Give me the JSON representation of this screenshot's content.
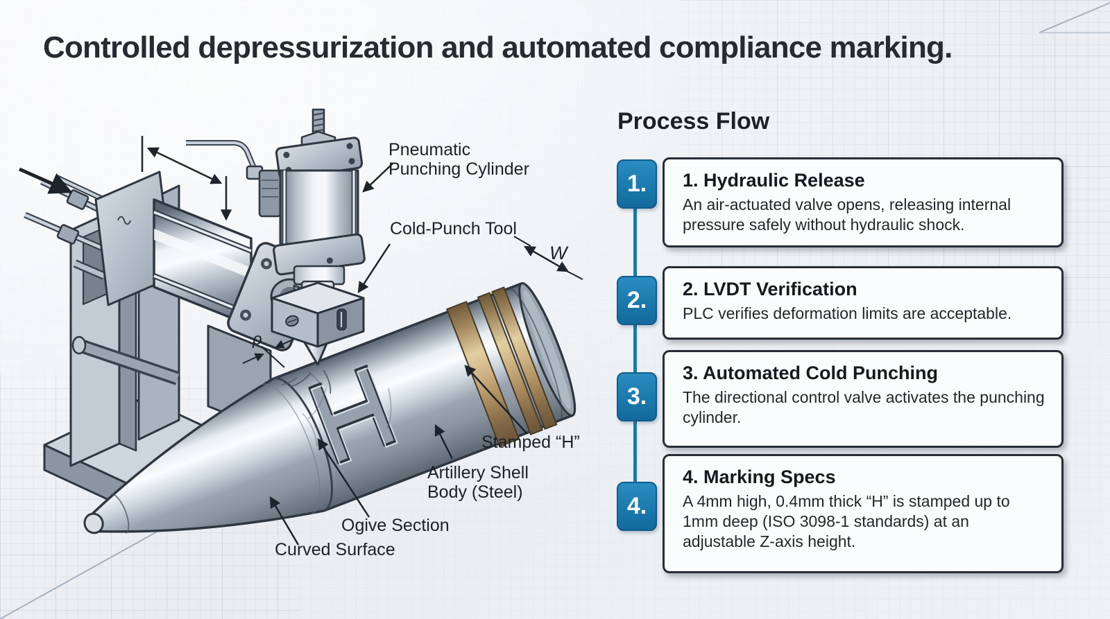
{
  "title": "Controlled depressurization and automated compliance marking.",
  "diagram": {
    "labels": {
      "pneumatic_line1": "Pneumatic",
      "pneumatic_line2": "Punching Cylinder",
      "cold_punch_tool": "Cold-Punch Tool",
      "stamped_h": "Stamped “H”",
      "shell_line1": "Artillery Shell",
      "shell_line2": "Body (Steel)",
      "ogive_section": "Ogive Section",
      "curved_surface": "Curved Surface",
      "dim_width": "W",
      "dim_radius": "ρ"
    }
  },
  "process_flow": {
    "heading": "Process Flow",
    "steps": [
      {
        "badge": "1.",
        "title": "1. Hydraulic Release",
        "body": "An air-actuated valve opens, releasing internal pressure safely without hydraulic shock."
      },
      {
        "badge": "2.",
        "title": "2. LVDT Verification",
        "body": "PLC verifies deformation limits are acceptable."
      },
      {
        "badge": "3.",
        "title": "3. Automated Cold Punching",
        "body": "The directional control valve activates the punching cylinder."
      },
      {
        "badge": "4.",
        "title": "4. Marking Specs",
        "body": "A 4mm high, 0.4mm thick “H” is stamped up to 1mm deep (ISO 3098-1 standards) at an adjustable Z-axis height."
      }
    ]
  },
  "colors": {
    "background": "#e9edf2",
    "badge_blue": "#1a7aae",
    "box_border": "#262d36",
    "ink": "#1f262d",
    "steel_light": "#eef2f6",
    "steel_dark": "#5c6773",
    "brass": "#cfb384",
    "grid_line": "#b9c6d4"
  }
}
